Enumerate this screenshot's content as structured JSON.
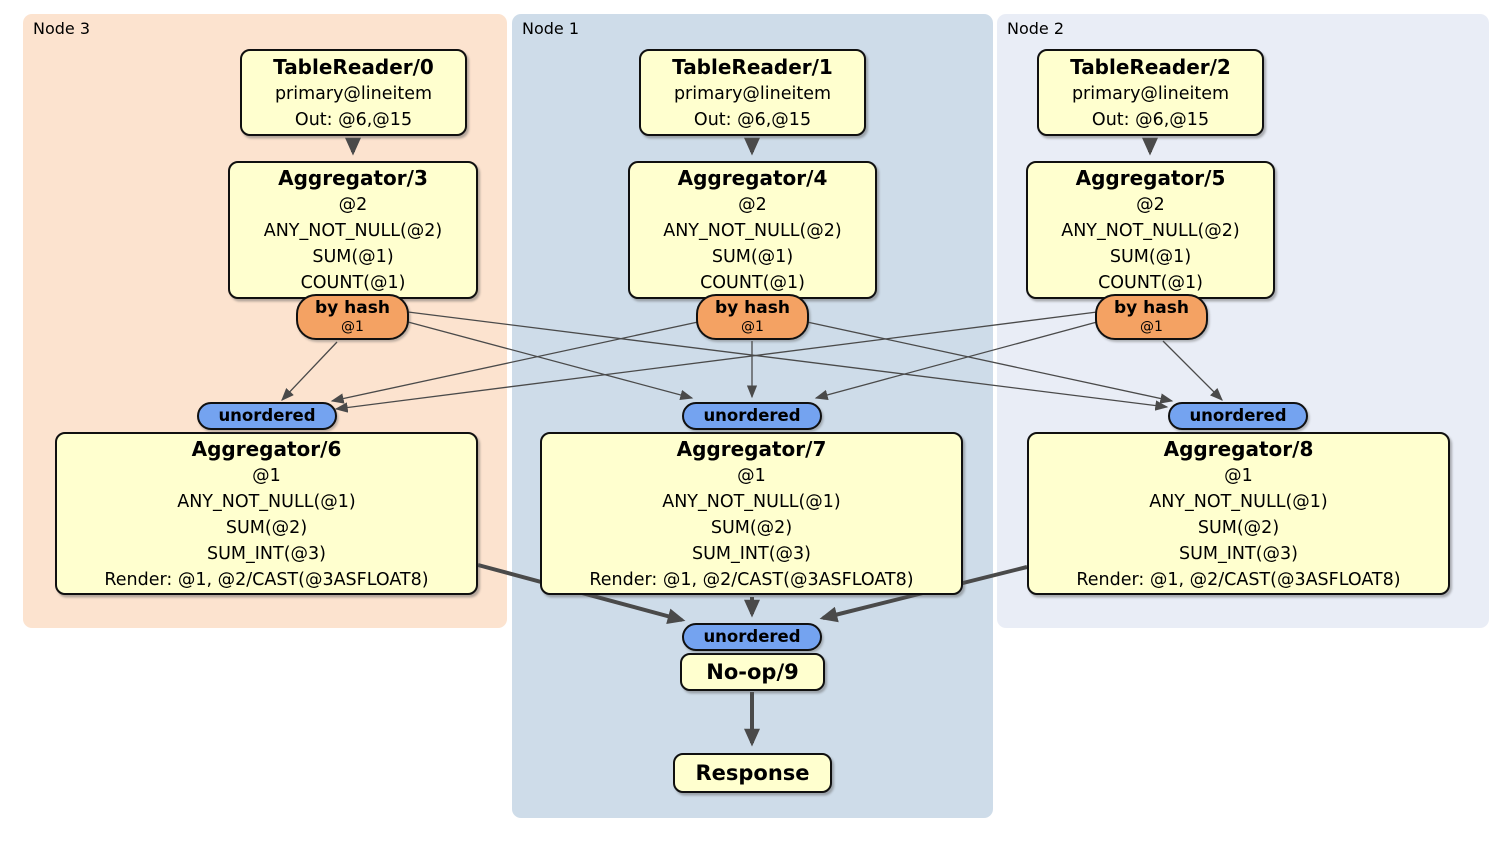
{
  "nodes": [
    {
      "label": "Node 3",
      "tablereader": {
        "title": "TableReader/0",
        "lines": [
          "primary@lineitem",
          "Out: @6,@15"
        ]
      },
      "aggregator": {
        "title": "Aggregator/3",
        "lines": [
          "@2",
          "ANY_NOT_NULL(@2)",
          "SUM(@1)",
          "COUNT(@1)"
        ]
      },
      "router": {
        "title": "by hash",
        "detail": "@1"
      },
      "sync": {
        "label": "unordered"
      },
      "final_aggregator": {
        "title": "Aggregator/6",
        "lines": [
          "@1",
          "ANY_NOT_NULL(@1)",
          "SUM(@2)",
          "SUM_INT(@3)",
          "Render: @1, @2/CAST(@3ASFLOAT8)"
        ]
      }
    },
    {
      "label": "Node 1",
      "tablereader": {
        "title": "TableReader/1",
        "lines": [
          "primary@lineitem",
          "Out: @6,@15"
        ]
      },
      "aggregator": {
        "title": "Aggregator/4",
        "lines": [
          "@2",
          "ANY_NOT_NULL(@2)",
          "SUM(@1)",
          "COUNT(@1)"
        ]
      },
      "router": {
        "title": "by hash",
        "detail": "@1"
      },
      "sync": {
        "label": "unordered"
      },
      "final_aggregator": {
        "title": "Aggregator/7",
        "lines": [
          "@1",
          "ANY_NOT_NULL(@1)",
          "SUM(@2)",
          "SUM_INT(@3)",
          "Render: @1, @2/CAST(@3ASFLOAT8)"
        ]
      }
    },
    {
      "label": "Node 2",
      "tablereader": {
        "title": "TableReader/2",
        "lines": [
          "primary@lineitem",
          "Out: @6,@15"
        ]
      },
      "aggregator": {
        "title": "Aggregator/5",
        "lines": [
          "@2",
          "ANY_NOT_NULL(@2)",
          "SUM(@1)",
          "COUNT(@1)"
        ]
      },
      "router": {
        "title": "by hash",
        "detail": "@1"
      },
      "sync": {
        "label": "unordered"
      },
      "final_aggregator": {
        "title": "Aggregator/8",
        "lines": [
          "@1",
          "ANY_NOT_NULL(@1)",
          "SUM(@2)",
          "SUM_INT(@3)",
          "Render: @1, @2/CAST(@3ASFLOAT8)"
        ]
      }
    }
  ],
  "output": {
    "sync": {
      "label": "unordered"
    },
    "noop": {
      "title": "No-op/9"
    },
    "response": {
      "title": "Response"
    }
  },
  "colors": {
    "node3_bg": "#fce3cf",
    "node1_bg": "#cedce9",
    "node2_bg": "#e9edf6",
    "processor_fill": "#ffffcf",
    "router_fill": "#f4a263",
    "sync_fill": "#74a3f0",
    "edge": "#4a4a4a"
  }
}
